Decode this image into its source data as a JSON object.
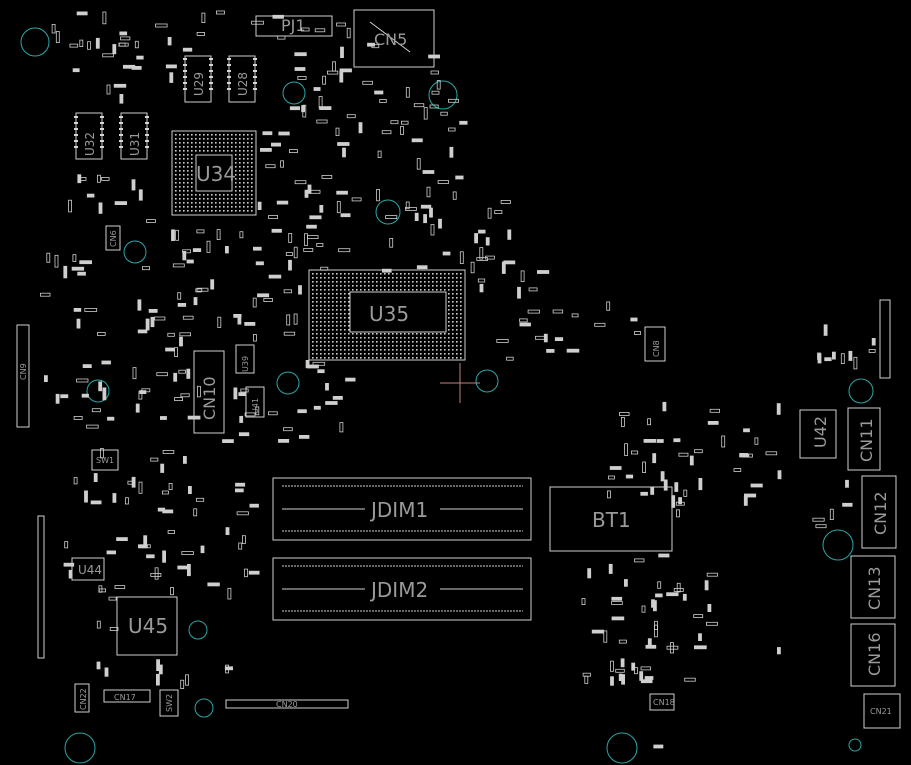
{
  "theme": {
    "background": "#000000",
    "outline": "#cfcfcf",
    "hole": "#2aa7a7",
    "cursor": "#c08080"
  },
  "labels": {
    "pj1": "PJ1",
    "cn5": "CN5",
    "u29": "U29",
    "u28": "U28",
    "u32": "U32",
    "u31": "U31",
    "u34": "U34",
    "u35": "U35",
    "u39": "U39",
    "u41": "U41",
    "cn10": "CN10",
    "cn6": "CN6",
    "cn9": "CN9",
    "sw1": "SW1",
    "u44": "U44",
    "u45": "U45",
    "cn22": "CN22",
    "cn17": "CN17",
    "sw2": "SW2",
    "cn20": "CN20",
    "jdim1": "JDIM1",
    "jdim2": "JDIM2",
    "bt1": "BT1",
    "cn8": "CN8",
    "u42": "U42",
    "cn11": "CN11",
    "cn12": "CN12",
    "cn13": "CN13",
    "cn16": "CN16",
    "cn18": "CN18",
    "cn21": "CN21"
  }
}
